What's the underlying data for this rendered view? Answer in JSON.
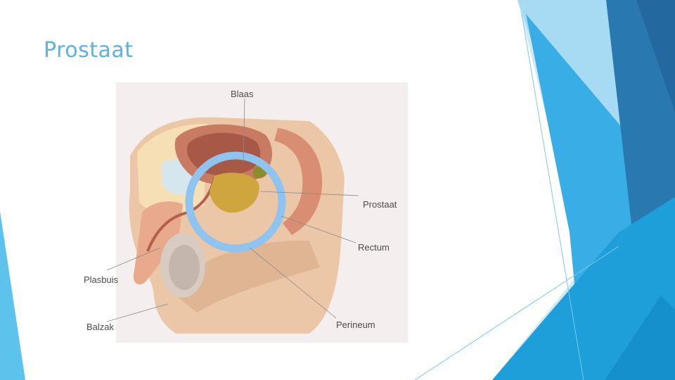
{
  "slide": {
    "title": "Prostaat"
  },
  "figure": {
    "labels": {
      "blaas": "Blaas",
      "prostaat": "Prostaat",
      "rectum": "Rectum",
      "plasbuis": "Plasbuis",
      "balzak": "Balzak",
      "perineum": "Perineum"
    }
  },
  "theme": {
    "title_color": "#5ab4de",
    "accent_light": "#9fd7f3",
    "accent_mid": "#39aee6",
    "accent_dark": "#2472a6",
    "highlight_ring": "#8fc3f0"
  }
}
